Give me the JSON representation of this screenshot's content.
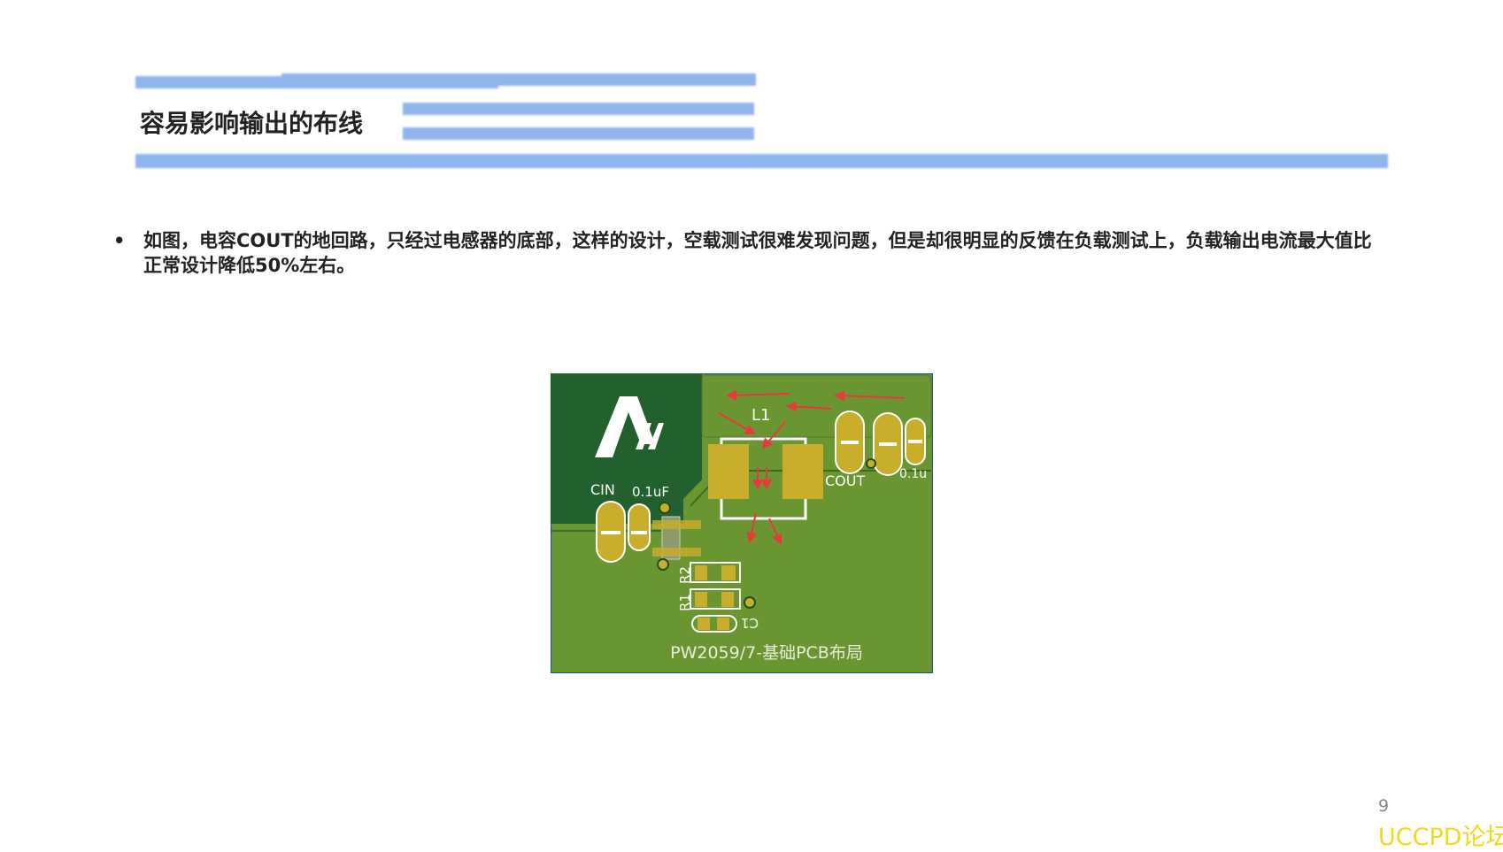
{
  "slide": {
    "title": "容易影响输出的布线",
    "bullet": "如图，电容COUT的地回路，只经过电感器的底部，这样的设计，空载测试很难发现问题，但是却很明显的反馈在负载测试上，负载输出电流最大值比正常设计降低50%左右。",
    "bullet_marker": "•",
    "page_number": "9",
    "watermark": "UCCPD论坛"
  },
  "pcb": {
    "labels": {
      "l1": "L1",
      "cin": "CIN",
      "cin_cap": "0.1uF",
      "cout": "COUT",
      "cout_cap": "0.1u",
      "r1": "R1",
      "r2": "R2",
      "c1": "C1",
      "caption": "PW2059/7-基础PCB布局",
      "logo": "Pw"
    },
    "colors": {
      "board": "#6a9632",
      "dark_copper": "#22612d",
      "pad": "#c9ae2c",
      "silk": "#ffffff",
      "arrow": "#e8383a",
      "header_bar": "#8fb4ee",
      "watermark": "#f2d81e"
    }
  }
}
